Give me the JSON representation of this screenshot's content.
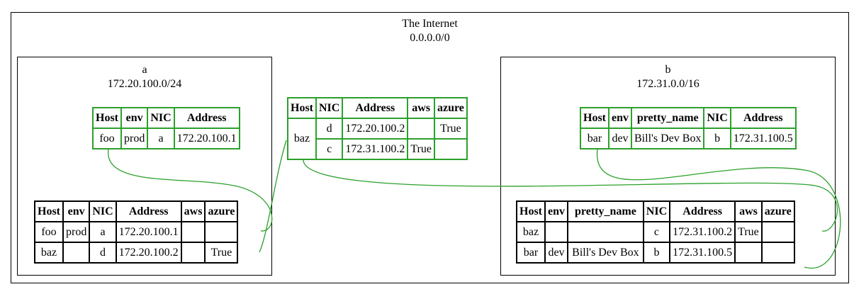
{
  "internet": {
    "title": "The Internet",
    "cidr": "0.0.0.0/0"
  },
  "edge_color": "#2ca02c",
  "subnet_a": {
    "name": "a",
    "cidr": "172.20.100.0/24",
    "host_table": {
      "headers": [
        "Host",
        "env",
        "NIC",
        "Address"
      ],
      "row": [
        "foo",
        "prod",
        "a",
        "172.20.100.1"
      ]
    },
    "nic_table": {
      "headers": [
        "Host",
        "env",
        "NIC",
        "Address",
        "aws",
        "azure"
      ],
      "rows": [
        [
          "foo",
          "prod",
          "a",
          "172.20.100.1",
          "",
          ""
        ],
        [
          "baz",
          "",
          "d",
          "172.20.100.2",
          "",
          "True"
        ]
      ]
    }
  },
  "host_baz": {
    "headers": [
      "Host",
      "NIC",
      "Address",
      "aws",
      "azure"
    ],
    "host": "baz",
    "rows": [
      [
        "d",
        "172.20.100.2",
        "",
        "True"
      ],
      [
        "c",
        "172.31.100.2",
        "True",
        ""
      ]
    ]
  },
  "subnet_b": {
    "name": "b",
    "cidr": "172.31.0.0/16",
    "host_table": {
      "headers": [
        "Host",
        "env",
        "pretty_name",
        "NIC",
        "Address"
      ],
      "row": [
        "bar",
        "dev",
        "Bill's Dev Box",
        "b",
        "172.31.100.5"
      ]
    },
    "nic_table": {
      "headers": [
        "Host",
        "env",
        "pretty_name",
        "NIC",
        "Address",
        "aws",
        "azure"
      ],
      "rows": [
        [
          "baz",
          "",
          "",
          "c",
          "172.31.100.2",
          "True",
          ""
        ],
        [
          "bar",
          "dev",
          "Bill's Dev Box",
          "b",
          "172.31.100.5",
          "",
          ""
        ]
      ]
    }
  }
}
